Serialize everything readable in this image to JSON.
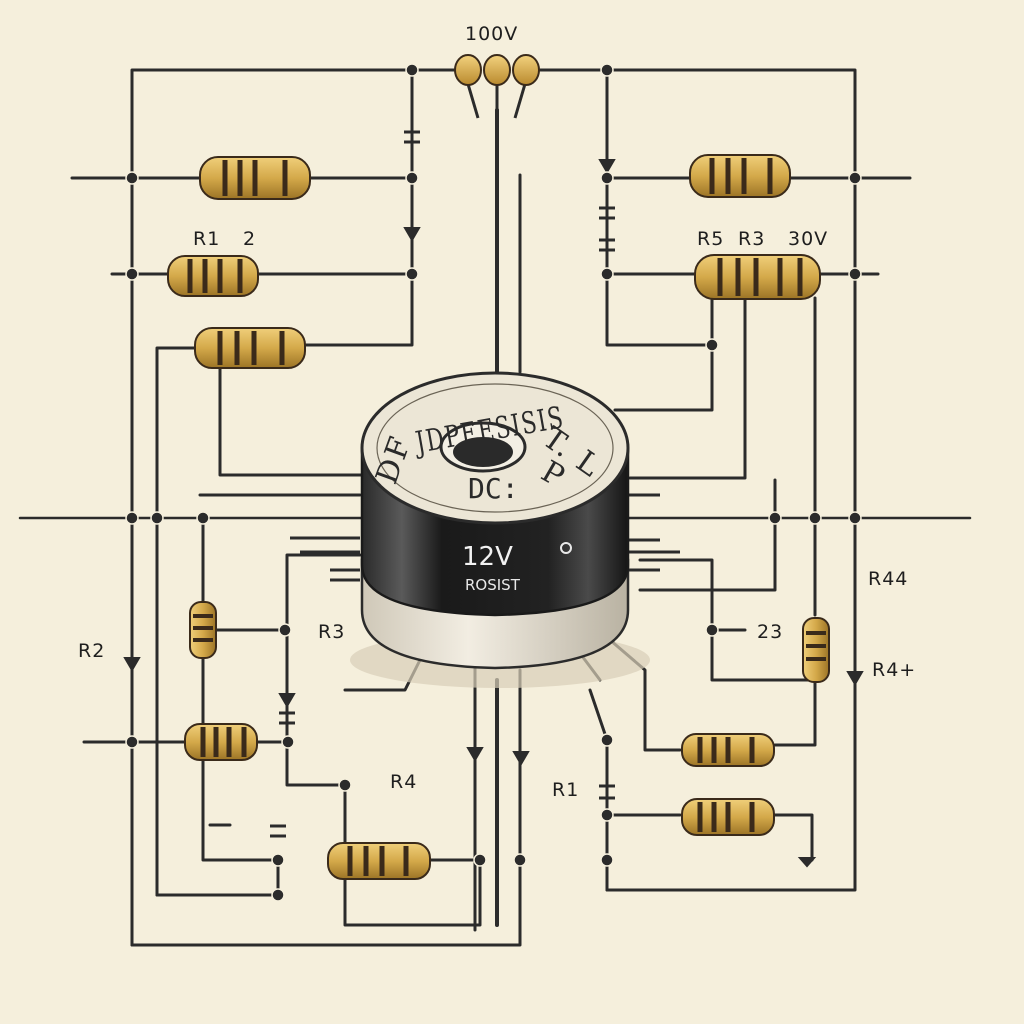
{
  "colors": {
    "paper": "#f5efdc",
    "wire": "#2b2b2b",
    "resistor_body": "#d4a94a",
    "resistor_band": "#3a2a1a",
    "component_dark": "#1f1f1f",
    "component_cap": "#ece6d6"
  },
  "labels": {
    "top_voltage": "100V",
    "r1_left": "R1",
    "r1_left_num": "2",
    "r5": "R5",
    "r3_right": "R3",
    "v30": "30V",
    "r44": "R44",
    "r2": "R2",
    "r3_left": "R3",
    "n23": "23",
    "r4plus": "R4+",
    "r4": "R4",
    "r1_bottom": "R1"
  },
  "component": {
    "top_text": "JDPEESISIS",
    "top_suffix": "T. L",
    "rim_left": "DF",
    "rim_right": "P",
    "center_text": "DC:",
    "voltage": "12V",
    "sub_text": "ROSIST"
  }
}
